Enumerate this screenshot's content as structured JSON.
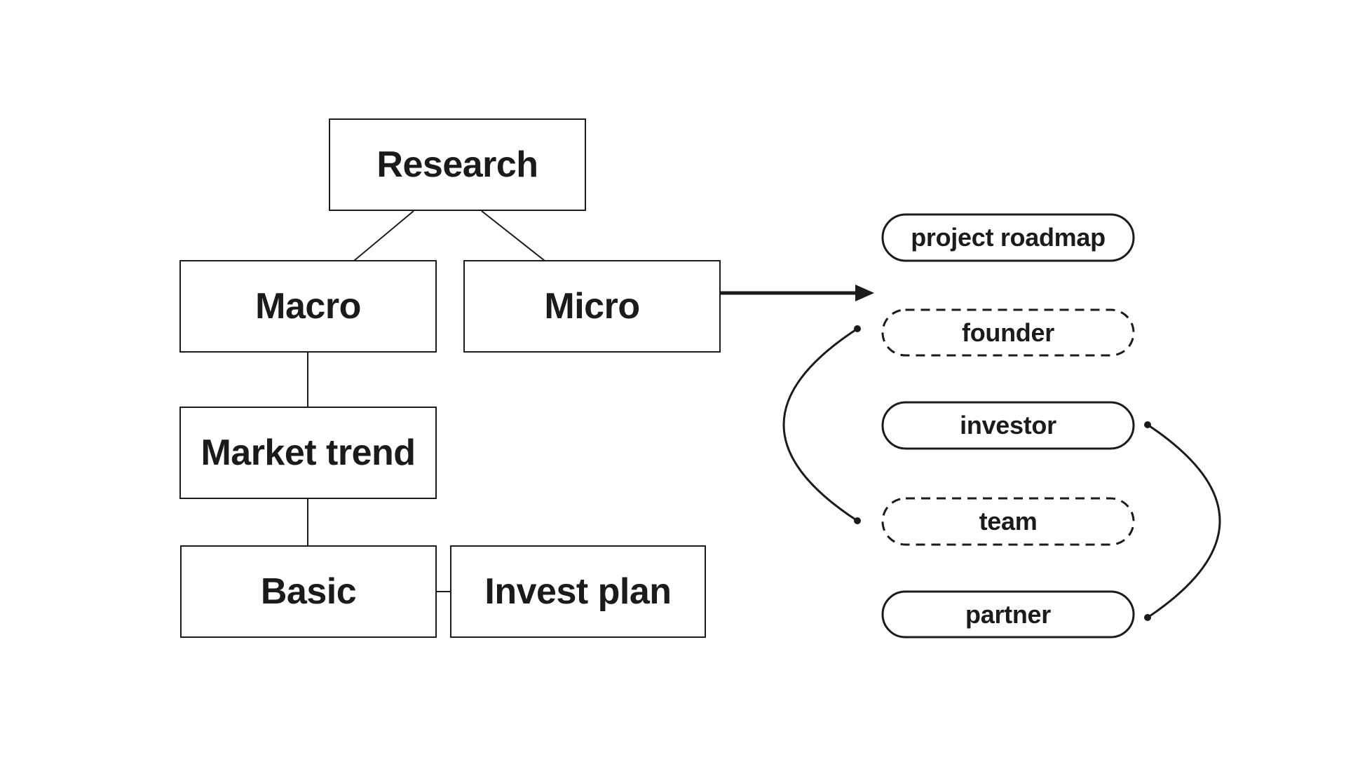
{
  "diagram": {
    "nodes": {
      "research": "Research",
      "macro": "Macro",
      "micro": "Micro",
      "market_trend": "Market trend",
      "basic": "Basic",
      "invest_plan": "Invest plan"
    },
    "pills": {
      "project_roadmap": "project roadmap",
      "founder": "founder",
      "investor": "investor",
      "team": "team",
      "partner": "partner"
    },
    "pill_styles": {
      "project_roadmap": "solid",
      "founder": "dashed",
      "investor": "solid",
      "team": "dashed",
      "partner": "solid"
    },
    "connections": {
      "arrow": "micro to pills",
      "curve_left": "founder to team",
      "curve_right": "investor to partner"
    },
    "colors": {
      "ink": "#1b1b1b",
      "background": "#ffffff"
    }
  }
}
